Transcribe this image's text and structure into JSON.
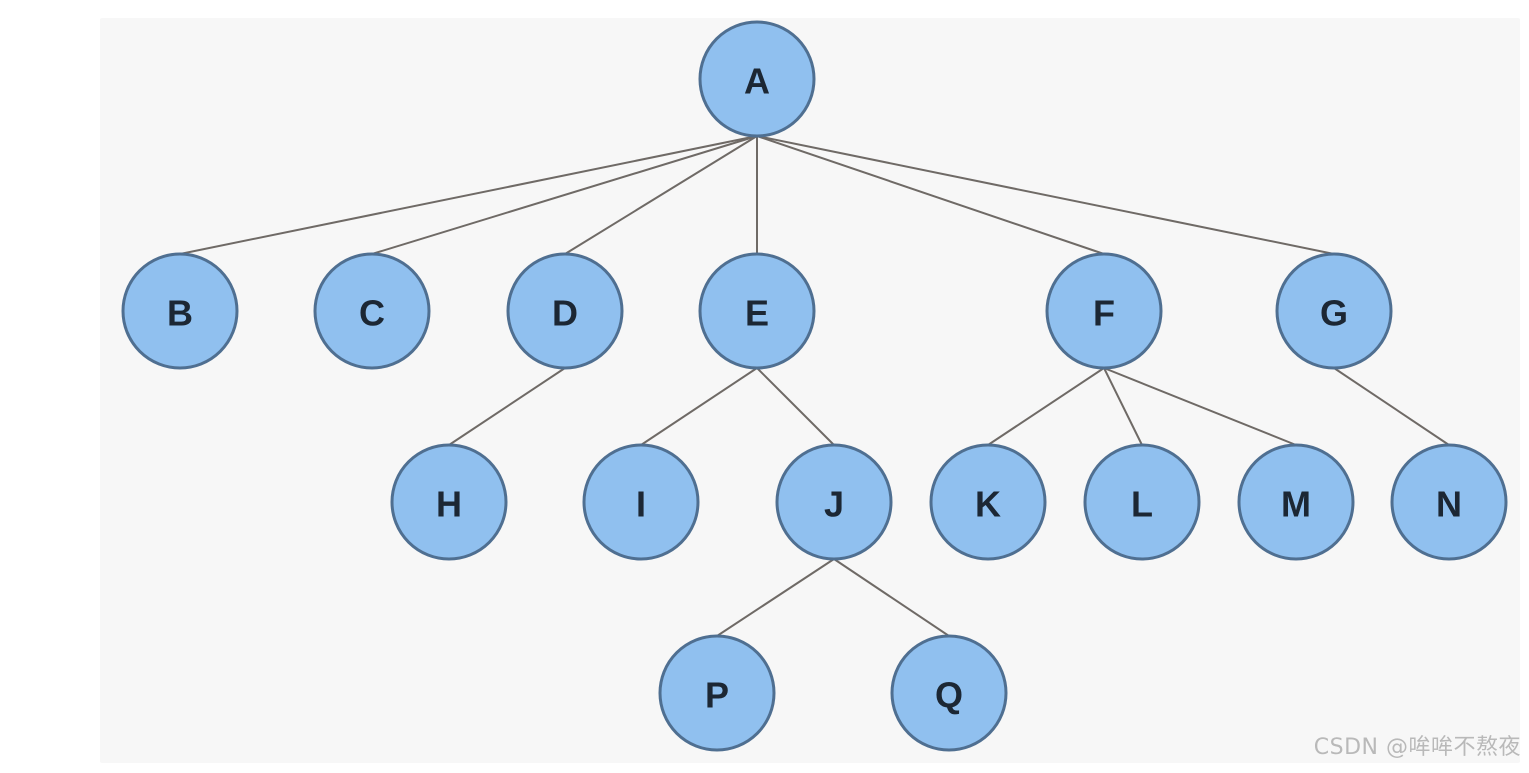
{
  "diagram": {
    "nodes": [
      {
        "id": "A",
        "label": "A"
      },
      {
        "id": "B",
        "label": "B"
      },
      {
        "id": "C",
        "label": "C"
      },
      {
        "id": "D",
        "label": "D"
      },
      {
        "id": "E",
        "label": "E"
      },
      {
        "id": "F",
        "label": "F"
      },
      {
        "id": "G",
        "label": "G"
      },
      {
        "id": "H",
        "label": "H"
      },
      {
        "id": "I",
        "label": "I"
      },
      {
        "id": "J",
        "label": "J"
      },
      {
        "id": "K",
        "label": "K"
      },
      {
        "id": "L",
        "label": "L"
      },
      {
        "id": "M",
        "label": "M"
      },
      {
        "id": "N",
        "label": "N"
      },
      {
        "id": "P",
        "label": "P"
      },
      {
        "id": "Q",
        "label": "Q"
      }
    ],
    "edges": [
      {
        "from": "A",
        "to": "B"
      },
      {
        "from": "A",
        "to": "C"
      },
      {
        "from": "A",
        "to": "D"
      },
      {
        "from": "A",
        "to": "E"
      },
      {
        "from": "A",
        "to": "F"
      },
      {
        "from": "A",
        "to": "G"
      },
      {
        "from": "D",
        "to": "H"
      },
      {
        "from": "E",
        "to": "I"
      },
      {
        "from": "E",
        "to": "J"
      },
      {
        "from": "F",
        "to": "K"
      },
      {
        "from": "F",
        "to": "L"
      },
      {
        "from": "F",
        "to": "M"
      },
      {
        "from": "G",
        "to": "N"
      },
      {
        "from": "J",
        "to": "P"
      },
      {
        "from": "J",
        "to": "Q"
      }
    ],
    "colors": {
      "node_fill": "#90c0ef",
      "node_stroke": "#4f6f91",
      "edge": "#6f6a66",
      "label": "#1c2734"
    }
  },
  "watermark": "CSDN @哞哞不熬夜"
}
